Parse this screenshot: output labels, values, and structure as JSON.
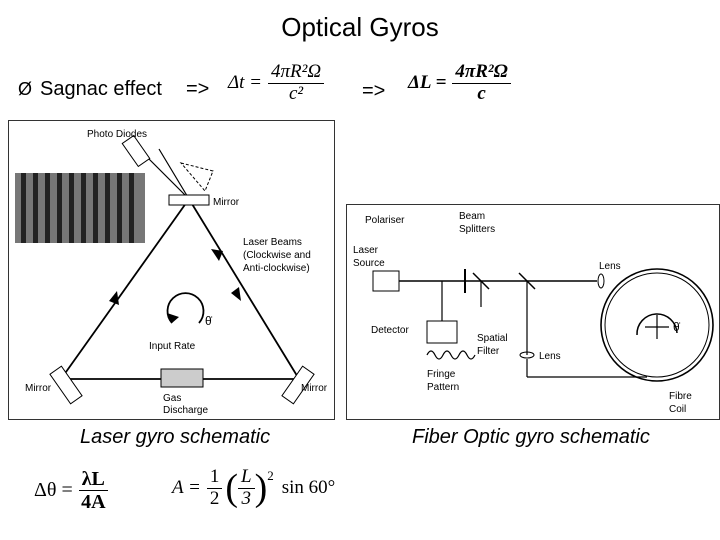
{
  "title": "Optical Gyros",
  "bullet": {
    "marker": "Ø",
    "text": "Sagnac effect",
    "implies_1": "=>",
    "implies_2": "=>"
  },
  "equations": {
    "dt": {
      "lhs": "Δt =",
      "num": "4πR²Ω",
      "den": "c²"
    },
    "dl": {
      "lhs": "ΔL =",
      "num": "4πR²Ω",
      "den": "c"
    },
    "dtheta": {
      "lhs": "Δθ =",
      "num": "λL",
      "den": "4A"
    },
    "area": {
      "lhs": "A =",
      "half_num": "1",
      "half_den": "2",
      "paren_num": "L",
      "paren_den": "3",
      "exp": "2",
      "tail": "sin 60°"
    }
  },
  "laser_diagram": {
    "labels": {
      "photo_diodes": "Photo Diodes",
      "mirror_top": "Mirror",
      "laser_beams_1": "Laser Beams",
      "laser_beams_2": "(Clockwise and",
      "laser_beams_3": "Anti-clockwise)",
      "theta_dot": "θ̇",
      "input_rate": "Input Rate",
      "mirror_left": "Mirror",
      "mirror_right": "Mirror",
      "gas_1": "Gas",
      "gas_2": "Discharge"
    },
    "caption": "Laser gyro schematic"
  },
  "fiber_diagram": {
    "labels": {
      "polariser": "Polariser",
      "beam_1": "Beam",
      "beam_2": "Splitters",
      "laser_1": "Laser",
      "laser_2": "Source",
      "lens_top": "Lens",
      "detector": "Detector",
      "spatial_1": "Spatial",
      "spatial_2": "Filter",
      "lens_bottom": "Lens",
      "fringe_1": "Fringe",
      "fringe_2": "Pattern",
      "fibre_1": "Fibre",
      "fibre_2": "Coil",
      "theta_dot": "θ̇"
    },
    "caption": "Fiber Optic gyro schematic"
  }
}
